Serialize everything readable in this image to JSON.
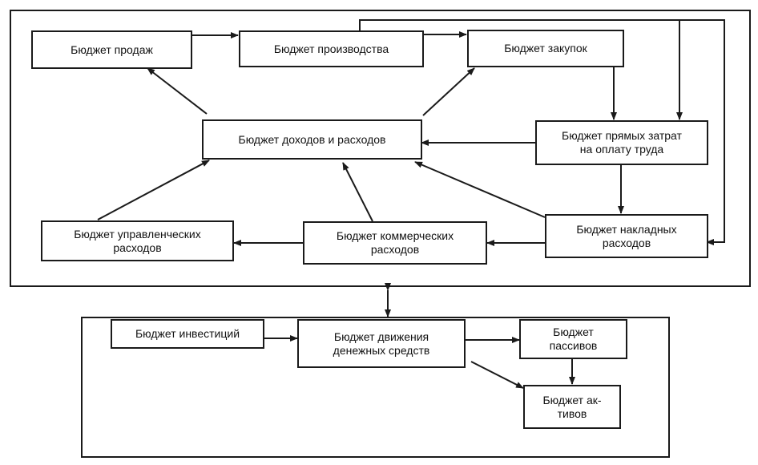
{
  "nodes": {
    "sales": "Бюджет продаж",
    "production": "Бюджет производства",
    "purchases": "Бюджет закупок",
    "income_expenses": "Бюджет доходов и расходов",
    "direct_labor": "Бюджет прямых затрат\nна оплату труда",
    "admin_expenses": "Бюджет управленческих\nрасходов",
    "commercial_expenses": "Бюджет коммерческих\nрасходов",
    "overhead": "Бюджет накладных\nрасходов",
    "investments": "Бюджет инвестиций",
    "cash_flow": "Бюджет движения\nденежных средств",
    "liabilities": "Бюджет\nпассивов",
    "assets": "Бюджет ак-\nтивов"
  },
  "colors": {
    "stroke": "#1a1a1a",
    "background": "#ffffff"
  }
}
